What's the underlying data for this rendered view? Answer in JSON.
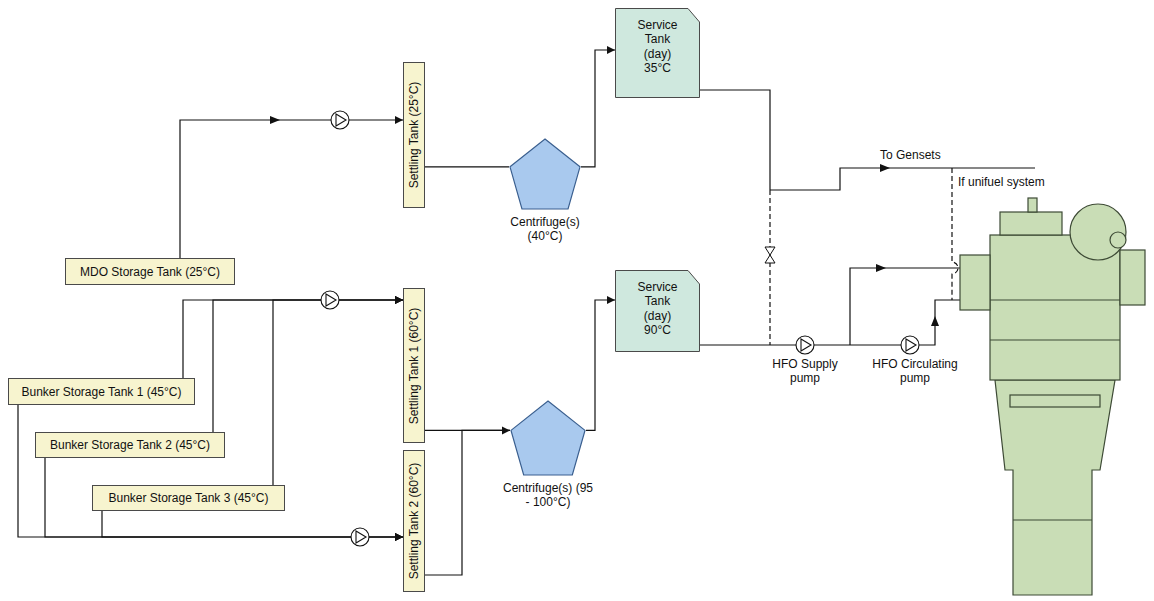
{
  "diagram": {
    "nodes": [
      {
        "text": [
          "MDO Storage Tank (25°C)"
        ]
      },
      {
        "text": [
          "Settling Tank (25°C)"
        ]
      },
      {
        "text": [
          "Centrifuge(s) (40°C)"
        ]
      },
      {
        "text": [
          "Service Tank (day) 35°C"
        ]
      },
      {
        "text": [
          "Settling Tank 1 (60°C)"
        ]
      },
      {
        "text": [
          "Settling Tank 2 (60°C)"
        ]
      },
      {
        "text": [
          "Centrifuge(s) (95 - 100°C)"
        ]
      },
      {
        "text": [
          "Service Tank (day) 90°C"
        ]
      },
      {
        "text": [
          "Bunker Storage Tank 1 (45°C)"
        ]
      },
      {
        "text": [
          "Bunker Storage Tank 2 (45°C)"
        ]
      },
      {
        "text": [
          "Bunker Storage Tank 3 (45°C)"
        ]
      }
    ],
    "edges": [
      {
        "from": 0,
        "to": 1,
        "arrow": "to"
      },
      {
        "from": 1,
        "to": 2,
        "arrow": "none"
      },
      {
        "from": 2,
        "to": 3,
        "arrow": "to"
      },
      {
        "from": 8,
        "to": 4,
        "arrow": "to"
      },
      {
        "from": 9,
        "to": 4,
        "arrow": "to"
      },
      {
        "from": 10,
        "to": 4,
        "arrow": "to"
      },
      {
        "from": 8,
        "to": 5,
        "arrow": "to"
      },
      {
        "from": 9,
        "to": 5,
        "arrow": "to"
      },
      {
        "from": 10,
        "to": 5,
        "arrow": "to"
      },
      {
        "from": 4,
        "to": 6,
        "arrow": "none"
      },
      {
        "from": 5,
        "to": 6,
        "arrow": "to"
      },
      {
        "from": 6,
        "to": 7,
        "arrow": "to"
      }
    ],
    "labels": [
      "To Gensets",
      "If unifuel system",
      "HFO Supply pump",
      "HFO Circulating pump"
    ]
  }
}
